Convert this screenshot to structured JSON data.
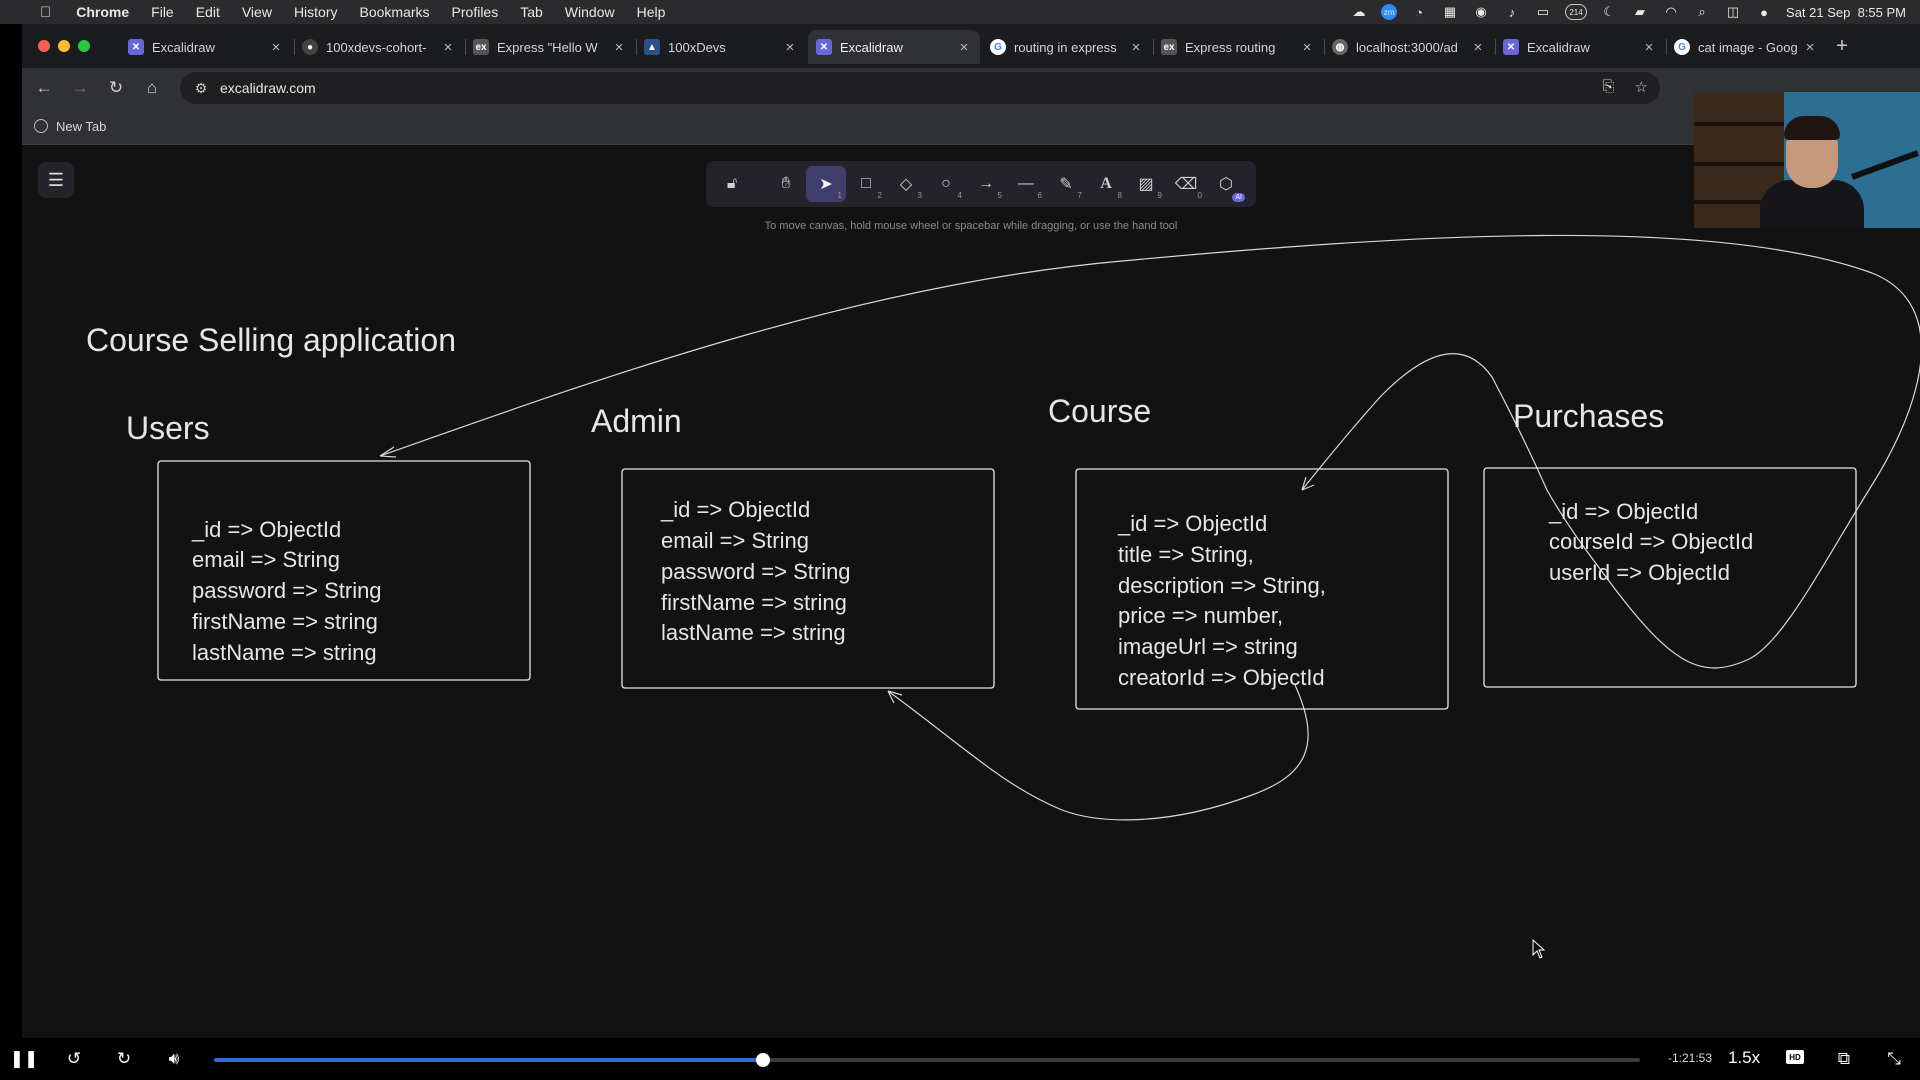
{
  "menubar": {
    "app_name": "Chrome",
    "items": [
      "File",
      "Edit",
      "View",
      "History",
      "Bookmarks",
      "Profiles",
      "Tab",
      "Window",
      "Help"
    ],
    "badge_count": "214",
    "datetime": "Sat 21 Sep  8:55 PM"
  },
  "tabs": [
    {
      "title": "Excalidraw",
      "favicon": "excalidraw-icon",
      "fav_text": "✕"
    },
    {
      "title": "100xdevs-cohort-",
      "favicon": "github-icon",
      "fav_text": "●"
    },
    {
      "title": "Express \"Hello W",
      "favicon": "express-icon",
      "fav_text": "ex"
    },
    {
      "title": "100xDevs",
      "favicon": "hundredxdevs-icon",
      "fav_text": "▲"
    },
    {
      "title": "Excalidraw",
      "favicon": "excalidraw-icon",
      "fav_text": "✕"
    },
    {
      "title": "routing in express",
      "favicon": "google-icon",
      "fav_text": "G"
    },
    {
      "title": "Express routing",
      "favicon": "express-icon",
      "fav_text": "ex"
    },
    {
      "title": "localhost:3000/ad",
      "favicon": "globe-icon",
      "fav_text": "◍"
    },
    {
      "title": "Excalidraw",
      "favicon": "excalidraw-icon",
      "fav_text": "✕"
    },
    {
      "title": "cat image - Goog",
      "favicon": "google-icon",
      "fav_text": "G"
    }
  ],
  "address": {
    "url": "excalidraw.com"
  },
  "bookmarks": [
    {
      "label": "New Tab"
    }
  ],
  "toolbar": {
    "keys": [
      "1",
      "2",
      "3",
      "4",
      "5",
      "6",
      "7",
      "8",
      "9",
      "0"
    ],
    "ai_badge": "AI",
    "hint": "To move canvas, hold mouse wheel or spacebar while dragging, or use the hand tool"
  },
  "diagram": {
    "title": "Course Selling application",
    "entities": [
      {
        "name": "Users",
        "fields": [
          "_id => ObjectId",
          "email => String",
          "password => String",
          "firstName => string",
          "lastName => string"
        ]
      },
      {
        "name": "Admin",
        "fields": [
          "_id => ObjectId",
          "email => String",
          "password => String",
          "firstName => string",
          "lastName => string"
        ]
      },
      {
        "name": "Course",
        "fields": [
          "_id => ObjectId",
          "title => String,",
          "description => String,",
          "price => number,",
          "imageUrl => string",
          "creatorId => ObjectId"
        ]
      },
      {
        "name": "Purchases",
        "fields": [
          "_id => ObjectId",
          "courseId => ObjectId",
          "userId => ObjectId"
        ]
      }
    ]
  },
  "player": {
    "progress": 0.385,
    "remaining": "-1:21:53",
    "speed": "1.5x",
    "hd": "HD"
  },
  "colors": {
    "canvas_bg": "#121212",
    "stroke": "#e6e6e6",
    "accent": "#6965db",
    "progress": "#2f6bd9"
  }
}
